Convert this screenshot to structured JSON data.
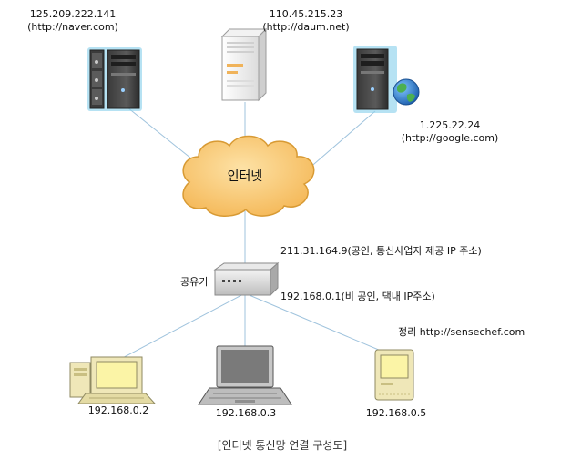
{
  "servers": {
    "naver": {
      "ip": "125.209.222.141",
      "url": "(http://naver.com)"
    },
    "daum": {
      "ip": "110.45.215.23",
      "url": "(http://daum.net)"
    },
    "google": {
      "ip": "1.225.22.24",
      "url": "(http://google.com)"
    }
  },
  "cloud": {
    "label": "인터넷"
  },
  "router": {
    "label": "공유기",
    "public_ip": "211.31.164.9(공인, 통신사업자 제공 IP 주소)",
    "private_ip": "192.168.0.1(비 공인, 댁내 IP주소)"
  },
  "clients": [
    {
      "ip": "192.168.0.2"
    },
    {
      "ip": "192.168.0.3"
    },
    {
      "ip": "192.168.0.5"
    }
  ],
  "credit": "정리 http://sensechef.com",
  "caption": "[인터넷 통신망 연결 구성도]",
  "colors": {
    "line": "#9fc3dd",
    "cloud_fill": "#f8c772",
    "cloud_stroke": "#d89a33",
    "server_glow": "#8fd3ec",
    "monitor_screen": "#fbf4a6",
    "case_beige": "#efe7b8"
  }
}
